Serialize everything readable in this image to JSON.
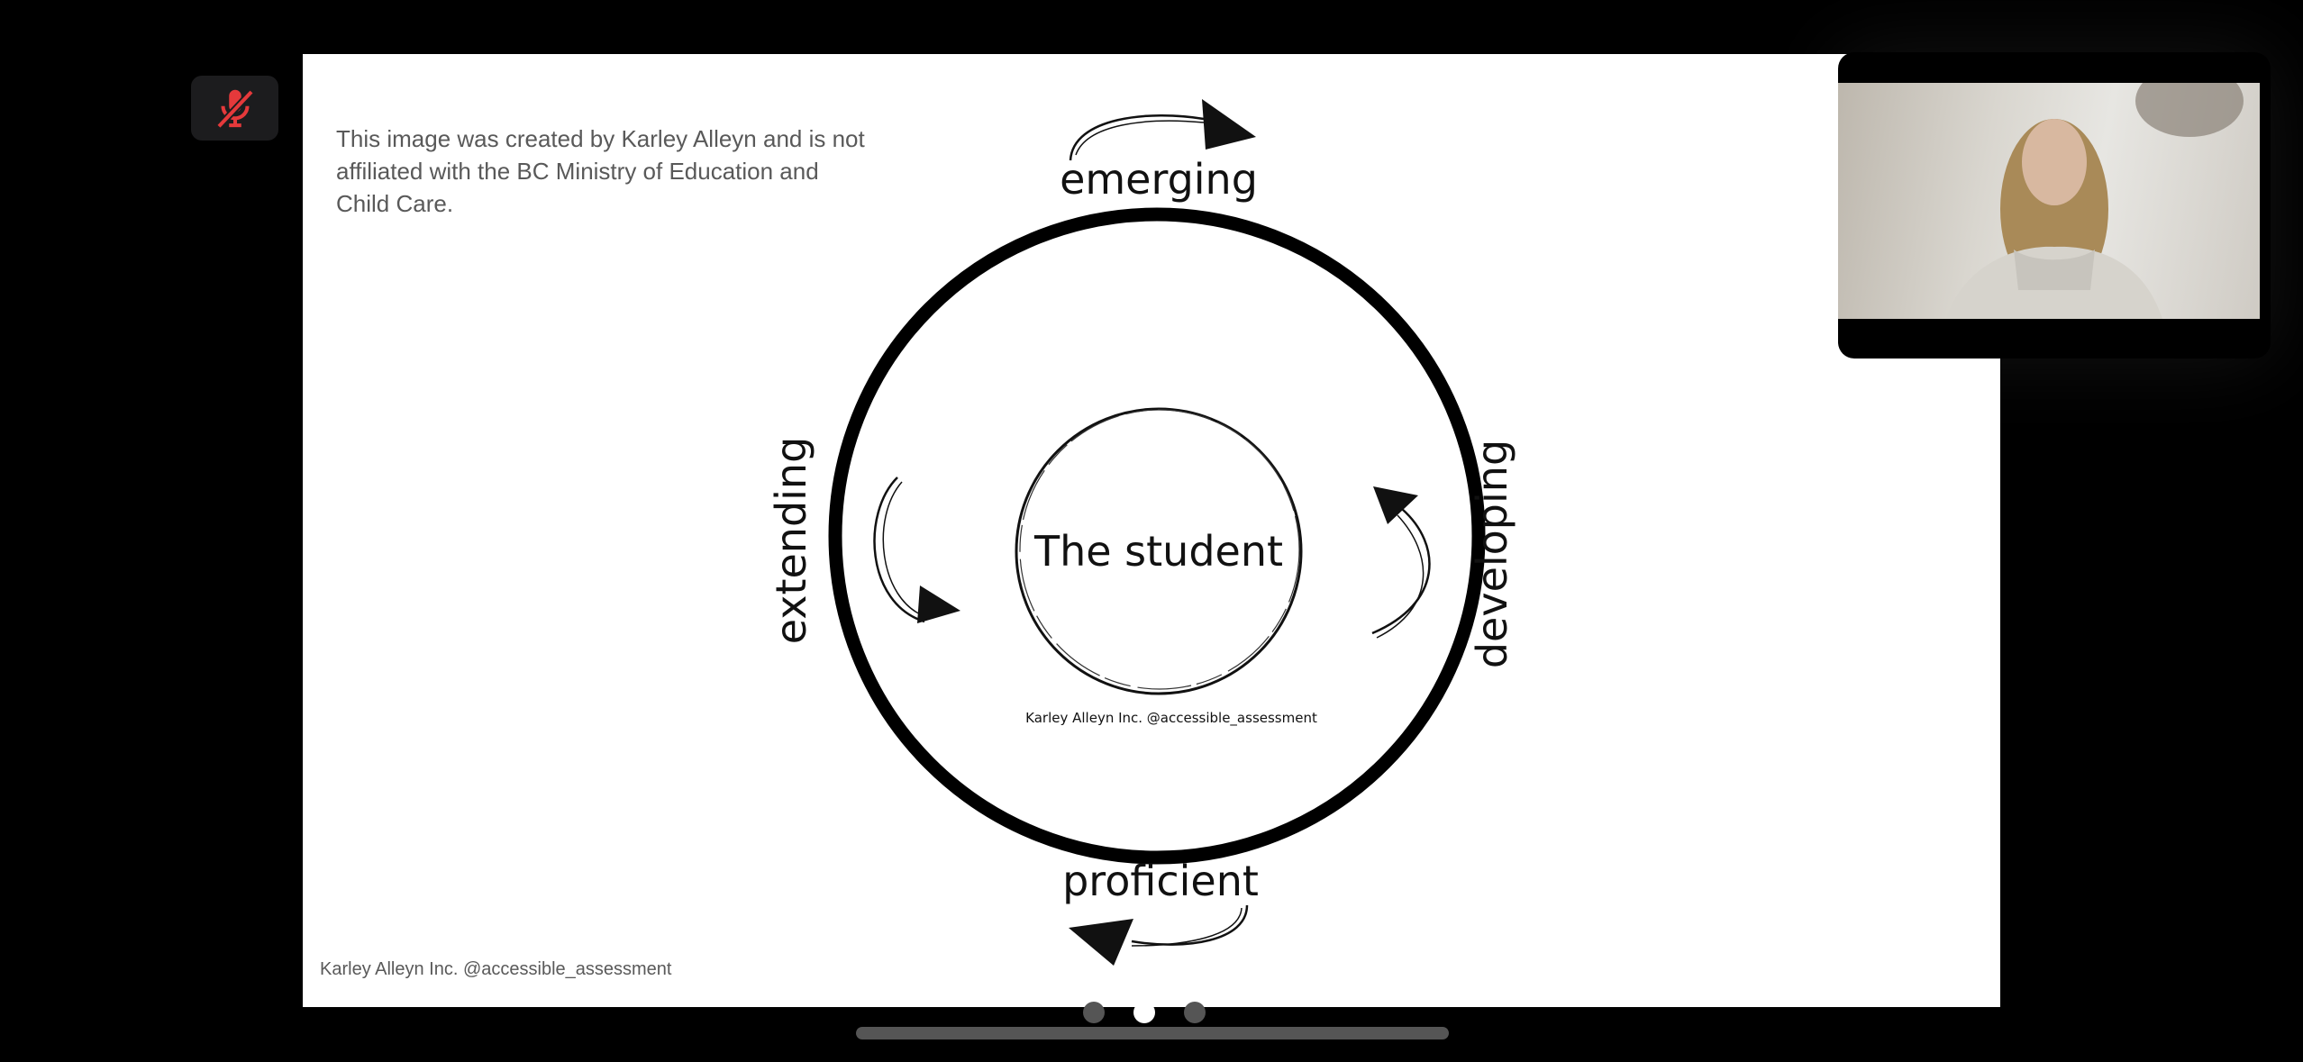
{
  "presenter_controls": {
    "mute_icon": "microphone-muted-icon",
    "mute_color": "#e5393b"
  },
  "slide": {
    "disclaimer": "This image was created by Karley Alleyn and is not affiliated with the BC Ministry of Education and Child Care.",
    "footer_credit": "Karley Alleyn Inc. @accessible_assessment",
    "diagram": {
      "center_label": "The student",
      "center_credit": "Karley Alleyn Inc. @accessible_assessment",
      "stage_top": "emerging",
      "stage_right": "developing",
      "stage_bottom": "proficient",
      "stage_left": "extending"
    }
  },
  "pager": {
    "total_pages": 3,
    "active_page": 2
  }
}
